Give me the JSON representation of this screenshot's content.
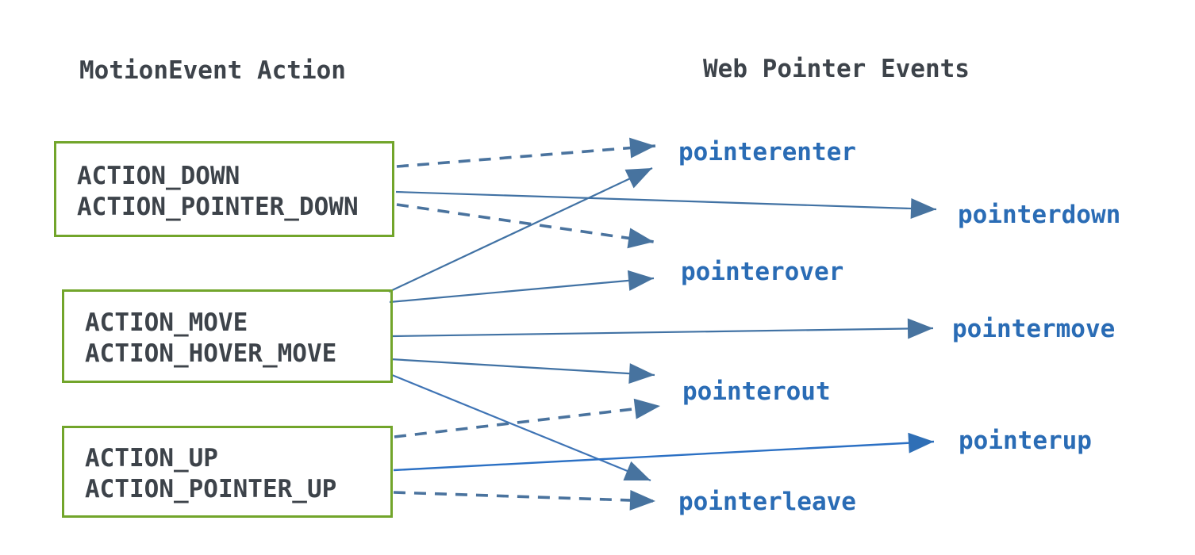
{
  "diagram": {
    "left_header": "MotionEvent Action",
    "right_header": "Web Pointer Events",
    "boxes": [
      {
        "id": "down",
        "lines": [
          "ACTION_DOWN",
          "ACTION_POINTER_DOWN"
        ]
      },
      {
        "id": "move",
        "lines": [
          "ACTION_MOVE",
          "ACTION_HOVER_MOVE"
        ]
      },
      {
        "id": "up",
        "lines": [
          "ACTION_UP",
          "ACTION_POINTER_UP"
        ]
      }
    ],
    "events": [
      "pointerenter",
      "pointerdown",
      "pointerover",
      "pointermove",
      "pointerout",
      "pointerup",
      "pointerleave"
    ],
    "mappings": [
      {
        "from": "ACTION_DOWN / ACTION_POINTER_DOWN",
        "to": "pointerenter",
        "style": "dashed"
      },
      {
        "from": "ACTION_DOWN / ACTION_POINTER_DOWN",
        "to": "pointerdown",
        "style": "solid"
      },
      {
        "from": "ACTION_DOWN / ACTION_POINTER_DOWN",
        "to": "pointerover",
        "style": "dashed"
      },
      {
        "from": "ACTION_MOVE / ACTION_HOVER_MOVE",
        "to": "pointerenter",
        "style": "solid"
      },
      {
        "from": "ACTION_MOVE / ACTION_HOVER_MOVE",
        "to": "pointerover",
        "style": "solid"
      },
      {
        "from": "ACTION_MOVE / ACTION_HOVER_MOVE",
        "to": "pointermove",
        "style": "solid"
      },
      {
        "from": "ACTION_MOVE / ACTION_HOVER_MOVE",
        "to": "pointerout",
        "style": "solid"
      },
      {
        "from": "ACTION_MOVE / ACTION_HOVER_MOVE",
        "to": "pointerleave",
        "style": "solid"
      },
      {
        "from": "ACTION_UP / ACTION_POINTER_UP",
        "to": "pointerout",
        "style": "dashed"
      },
      {
        "from": "ACTION_UP / ACTION_POINTER_UP",
        "to": "pointerup",
        "style": "solid"
      },
      {
        "from": "ACTION_UP / ACTION_POINTER_UP",
        "to": "pointerleave",
        "style": "dashed"
      }
    ],
    "colors": {
      "text_dark": "#3d434a",
      "event_label_blue": "#2a6cb5",
      "box_border_green": "#72a52b",
      "line_steel_blue": "#4172a4",
      "line_bright_blue": "#2b70c4",
      "arrowhead_steel": "#47739f",
      "background": "#ffffff"
    }
  }
}
